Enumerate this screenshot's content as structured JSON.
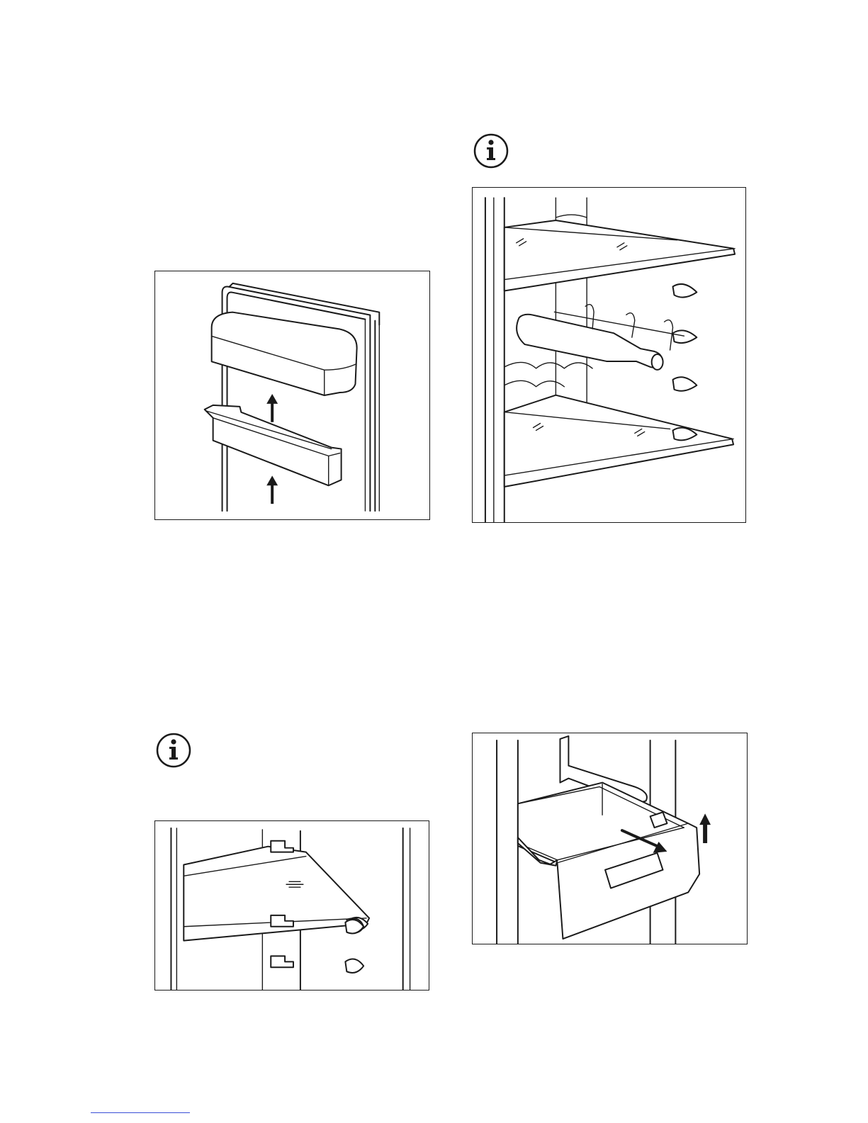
{
  "page": {
    "background": "#ffffff",
    "line_color": "#1a1a1a",
    "link_color": "#3b4fd6"
  },
  "icons": {
    "info_top": "info-icon",
    "info_bottom": "info-icon"
  },
  "figures": [
    {
      "id": "door-balcony",
      "depicts": "door-shelf-lift-arrows"
    },
    {
      "id": "wine-rack",
      "depicts": "bottle-rack-between-shelves"
    },
    {
      "id": "glass-shelf",
      "depicts": "shelf-on-side-supports"
    },
    {
      "id": "crisper-drawer",
      "depicts": "drawer-pull-out-arrows"
    }
  ]
}
